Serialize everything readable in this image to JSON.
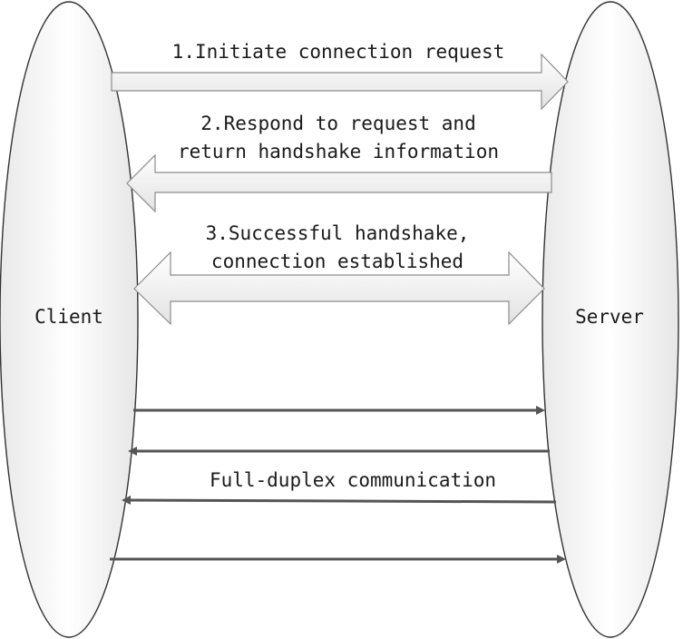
{
  "nodes": {
    "client": {
      "label": "Client"
    },
    "server": {
      "label": "Server"
    }
  },
  "steps": {
    "step1": {
      "line1": "1.Initiate connection request"
    },
    "step2": {
      "line1": "2.Respond to request and",
      "line2": "return handshake information"
    },
    "step3": {
      "line1": "3.Successful handshake,",
      "line2": "connection established"
    }
  },
  "duplex": {
    "label": "Full-duplex communication"
  },
  "colors": {
    "arrow_dark": "#555555",
    "ellipse_stroke": "#333333",
    "block_arrow_stroke": "#8c8c8c"
  }
}
